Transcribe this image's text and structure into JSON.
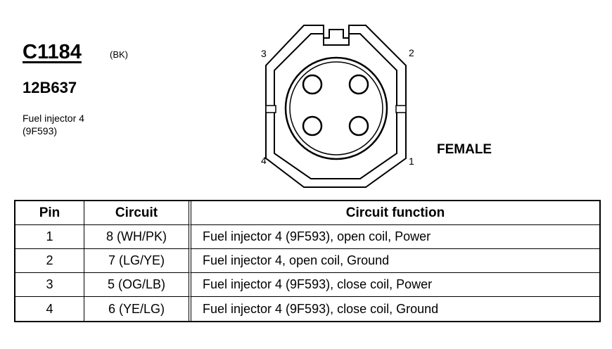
{
  "connector": {
    "id": "C1184",
    "color_code": "(BK)",
    "part_number": "12B637",
    "description_line1": "Fuel injector 4",
    "description_line2": "(9F593)",
    "gender": "FEMALE",
    "pin_labels": {
      "top_left": "3",
      "top_right": "2",
      "bottom_left": "4",
      "bottom_right": "1"
    }
  },
  "table": {
    "headers": {
      "pin": "Pin",
      "circuit": "Circuit",
      "function": "Circuit function"
    },
    "rows": [
      {
        "pin": "1",
        "circuit": "8 (WH/PK)",
        "function": "Fuel injector 4 (9F593), open coil, Power"
      },
      {
        "pin": "2",
        "circuit": "7 (LG/YE)",
        "function": "Fuel injector 4, open coil, Ground"
      },
      {
        "pin": "3",
        "circuit": "5 (OG/LB)",
        "function": "Fuel injector 4 (9F593), close coil, Power"
      },
      {
        "pin": "4",
        "circuit": "6 (YE/LG)",
        "function": "Fuel injector 4 (9F593), close coil, Ground"
      }
    ]
  }
}
